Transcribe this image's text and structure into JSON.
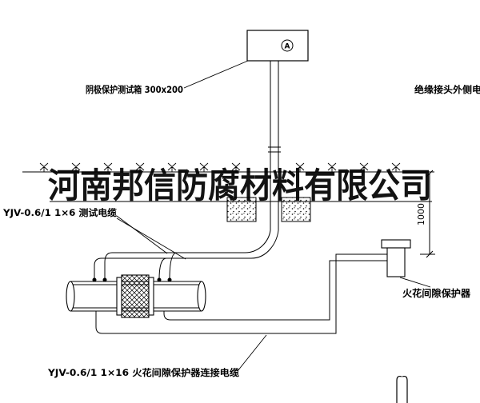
{
  "watermark": {
    "text": "河南邦信防腐材料有限公司"
  },
  "labels": {
    "test_box": "阴极保护测试箱 300x200",
    "outer_cable": "绝缘接头外侧电缆",
    "test_cable": "YJV-0.6/1 1×6  测试电缆",
    "spark_cable": "YJV-0.6/1 1×16  火花间隙保护器连接电缆",
    "spark_protector": "火花间隙保护器",
    "ammeter": "A",
    "dimension": "1000"
  },
  "colors": {
    "line": "#000000",
    "background": "#ffffff"
  }
}
